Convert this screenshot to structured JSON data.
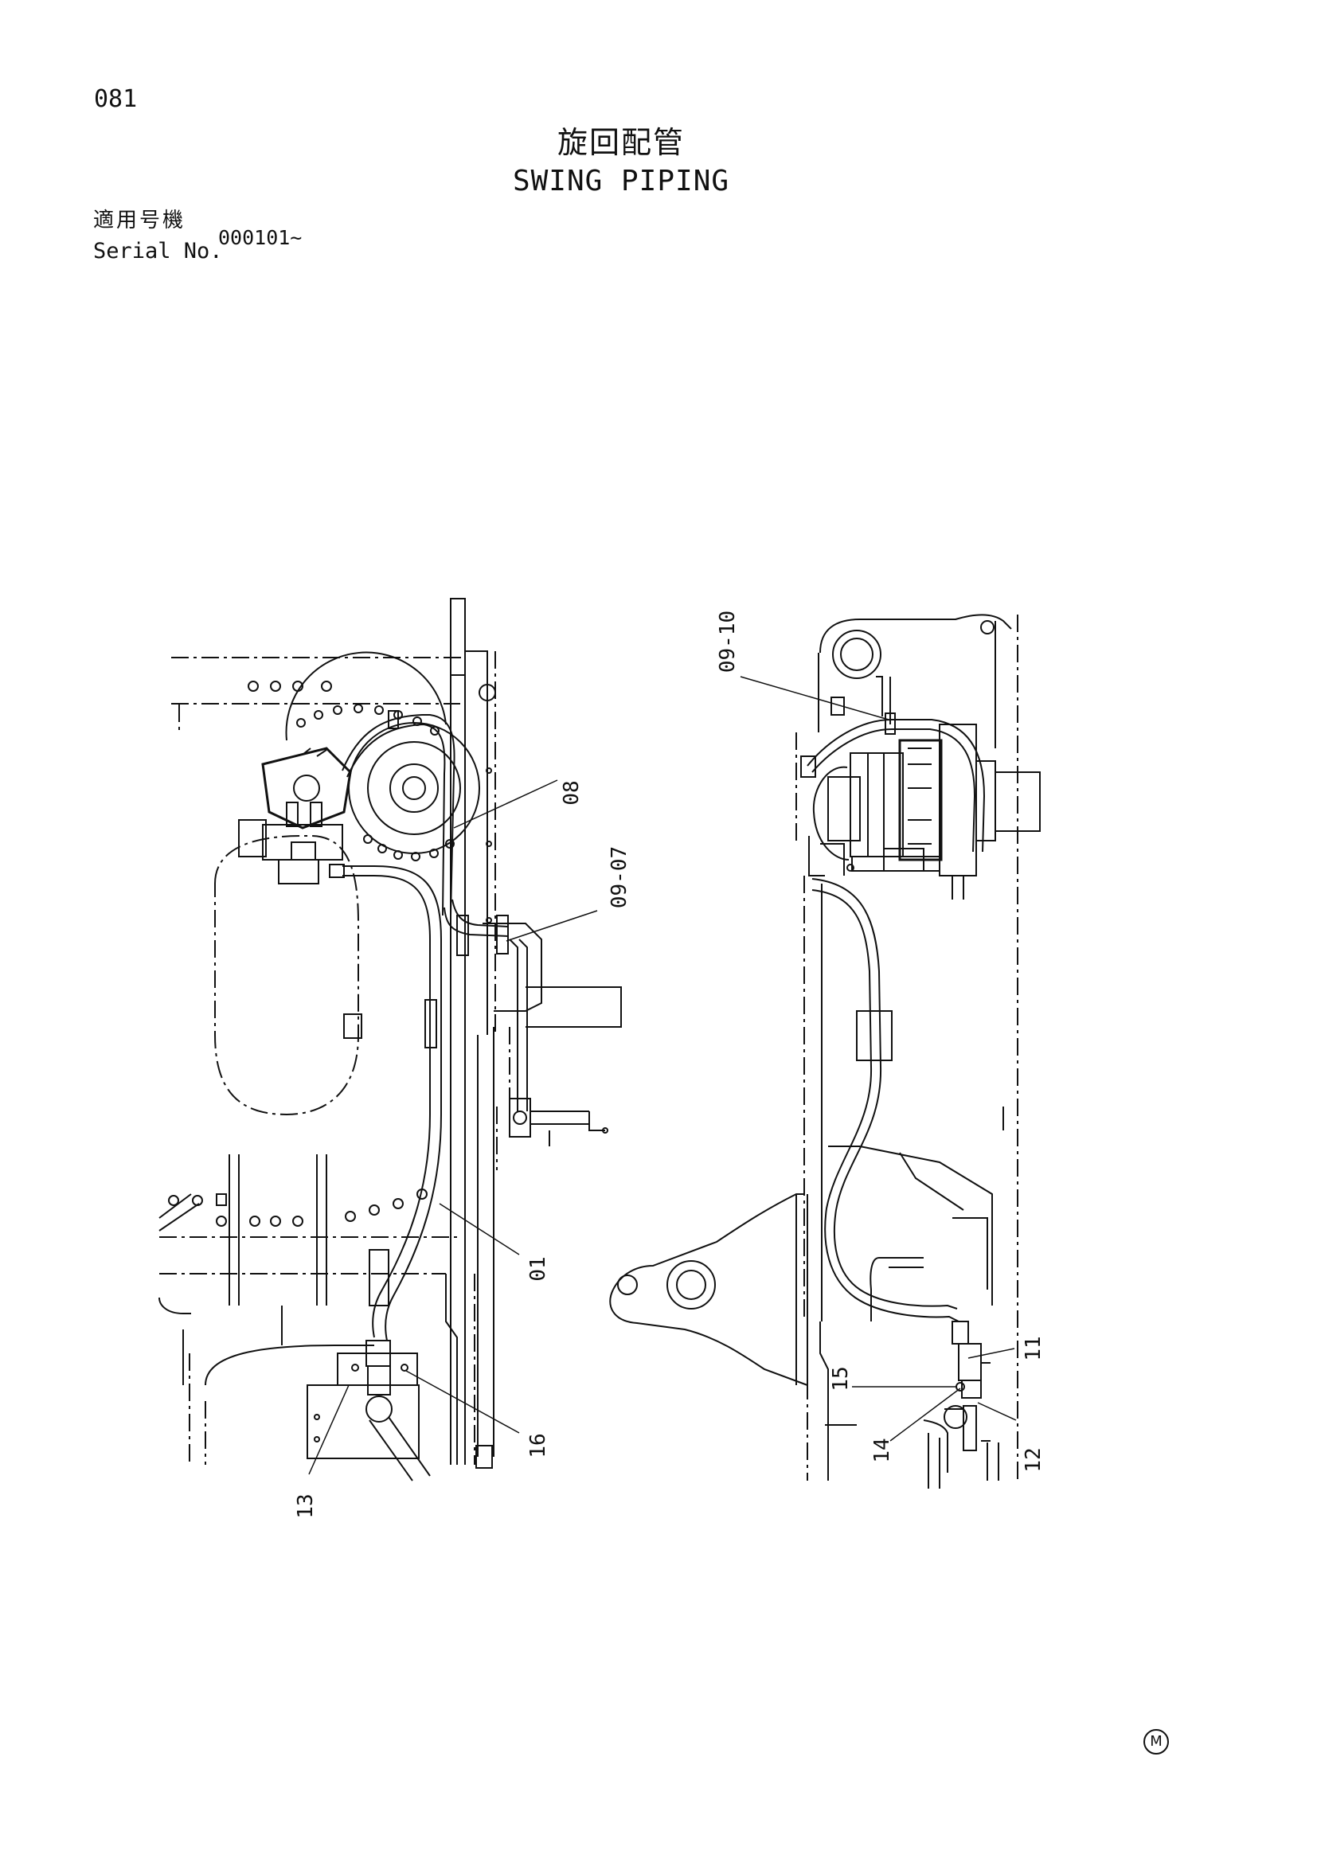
{
  "page_number": "081",
  "title_jp": "旋回配管",
  "title_en": "SWING PIPING",
  "serial": {
    "label_jp": "適用号機",
    "label_en": "Serial No.",
    "value": "000101~"
  },
  "callouts": {
    "c01": "01",
    "c08": "08",
    "c0907": "09-07",
    "c0910": "09-10",
    "c11": "11",
    "c12": "12",
    "c13": "13",
    "c14": "14",
    "c15": "15",
    "c16": "16"
  },
  "mark": "M"
}
